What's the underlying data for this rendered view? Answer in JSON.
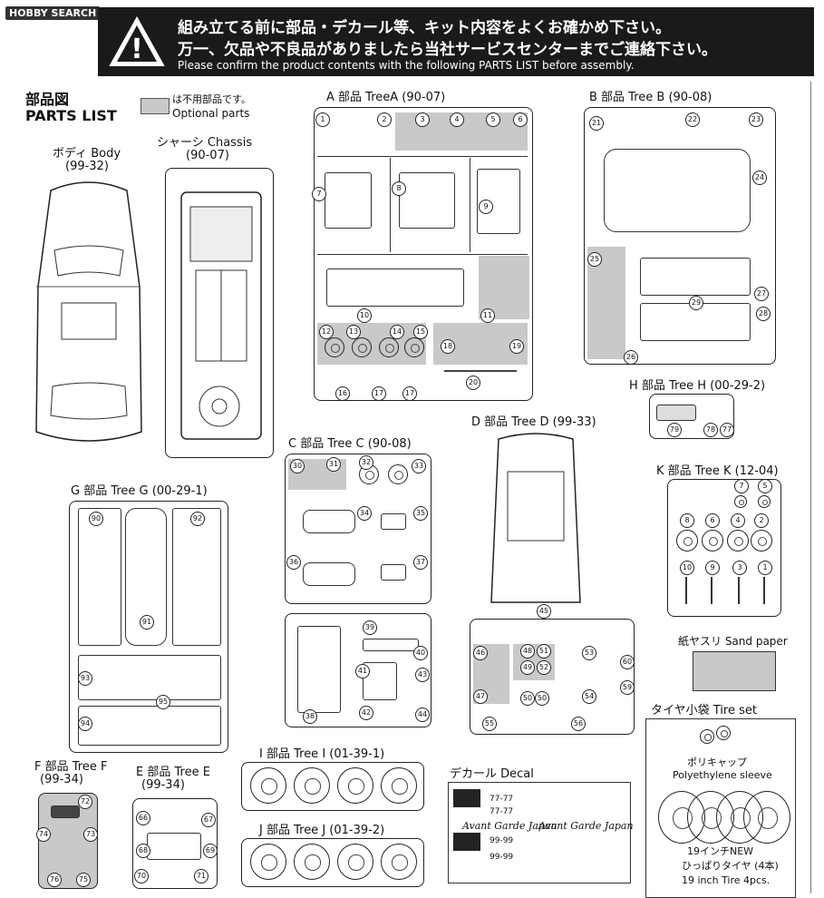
{
  "watermark": "HOBBY SEARCH",
  "header": {
    "jp_line1": "組み立てる前に部品・デカール等、キット内容をよくお確かめ下さい。",
    "jp_line2": "万一、欠品や不良品がありましたら当社サービスセンターまでご連絡下さい。",
    "en_line": "Please confirm the product contents with the following PARTS LIST before assembly.",
    "warning_glyph": "!"
  },
  "parts_list": {
    "title_jp": "部品図",
    "title_en": "PARTS LIST",
    "legend_jp": "は不用部品です。",
    "legend_en": "Optional parts"
  },
  "sections": {
    "body": {
      "label": "ボディ Body",
      "code": "(99-32)"
    },
    "chassis": {
      "label": "シャーシ Chassis",
      "code": "(90-07)"
    },
    "tree_a": {
      "label": "A 部品 TreeA (90-07)",
      "nums": [
        "1",
        "2",
        "3",
        "4",
        "5",
        "6",
        "7",
        "8",
        "9",
        "10",
        "11",
        "12",
        "13",
        "14",
        "15",
        "16",
        "17",
        "17",
        "18",
        "19",
        "20"
      ]
    },
    "tree_b": {
      "label": "B 部品 Tree B (90-08)",
      "nums": [
        "21",
        "22",
        "23",
        "24",
        "25",
        "26",
        "27",
        "28",
        "29"
      ]
    },
    "tree_h": {
      "label": "H 部品 Tree H (00-29-2)",
      "nums": [
        "79",
        "78",
        "77"
      ]
    },
    "tree_c": {
      "label": "C 部品 Tree C (90-08)",
      "nums": [
        "30",
        "31",
        "32",
        "33",
        "34",
        "35",
        "36",
        "37",
        "38",
        "39",
        "40",
        "41",
        "42",
        "43",
        "44"
      ]
    },
    "tree_d": {
      "label": "D 部品 Tree D (99-33)",
      "nums": [
        "45",
        "46",
        "47",
        "48",
        "49",
        "50",
        "50",
        "51",
        "52",
        "53",
        "54",
        "55",
        "56",
        "59",
        "60"
      ]
    },
    "tree_k": {
      "label": "K 部品 Tree K (12-04)",
      "nums": [
        "7",
        "5",
        "8",
        "6",
        "4",
        "2",
        "10",
        "9",
        "3",
        "1"
      ]
    },
    "tree_g": {
      "label": "G 部品 Tree G (00-29-1)",
      "nums": [
        "90",
        "91",
        "92",
        "93",
        "94",
        "95"
      ]
    },
    "tree_f": {
      "label": "F 部品 Tree F",
      "code": "(99-34)",
      "nums": [
        "72",
        "73",
        "74",
        "75",
        "76"
      ]
    },
    "tree_e": {
      "label": "E 部品 Tree E",
      "code": "(99-34)",
      "nums": [
        "66",
        "67",
        "68",
        "69",
        "70",
        "71"
      ]
    },
    "tree_i": {
      "label": "I 部品 Tree I (01-39-1)"
    },
    "tree_j": {
      "label": "J 部品 Tree J (01-39-2)"
    },
    "decal": {
      "label": "デカール Decal",
      "items": [
        "77-77",
        "77-77",
        "Avant Garde Japan",
        "99-99",
        "99-99",
        "Avant Garde Japan"
      ]
    },
    "sandpaper": {
      "label": "紙ヤスリ Sand paper"
    },
    "tire_set": {
      "label": "タイヤ小袋 Tire set",
      "poly_jp": "ポリキャップ",
      "poly_en": "Polyethylene sleeve",
      "tire_jp1": "19インチNEW",
      "tire_jp2": "ひっぱりタイヤ (4本)",
      "tire_en": "19 inch Tire 4pcs."
    }
  },
  "colors": {
    "optional_gray": "#c9c9c9",
    "ink": "#111111"
  }
}
